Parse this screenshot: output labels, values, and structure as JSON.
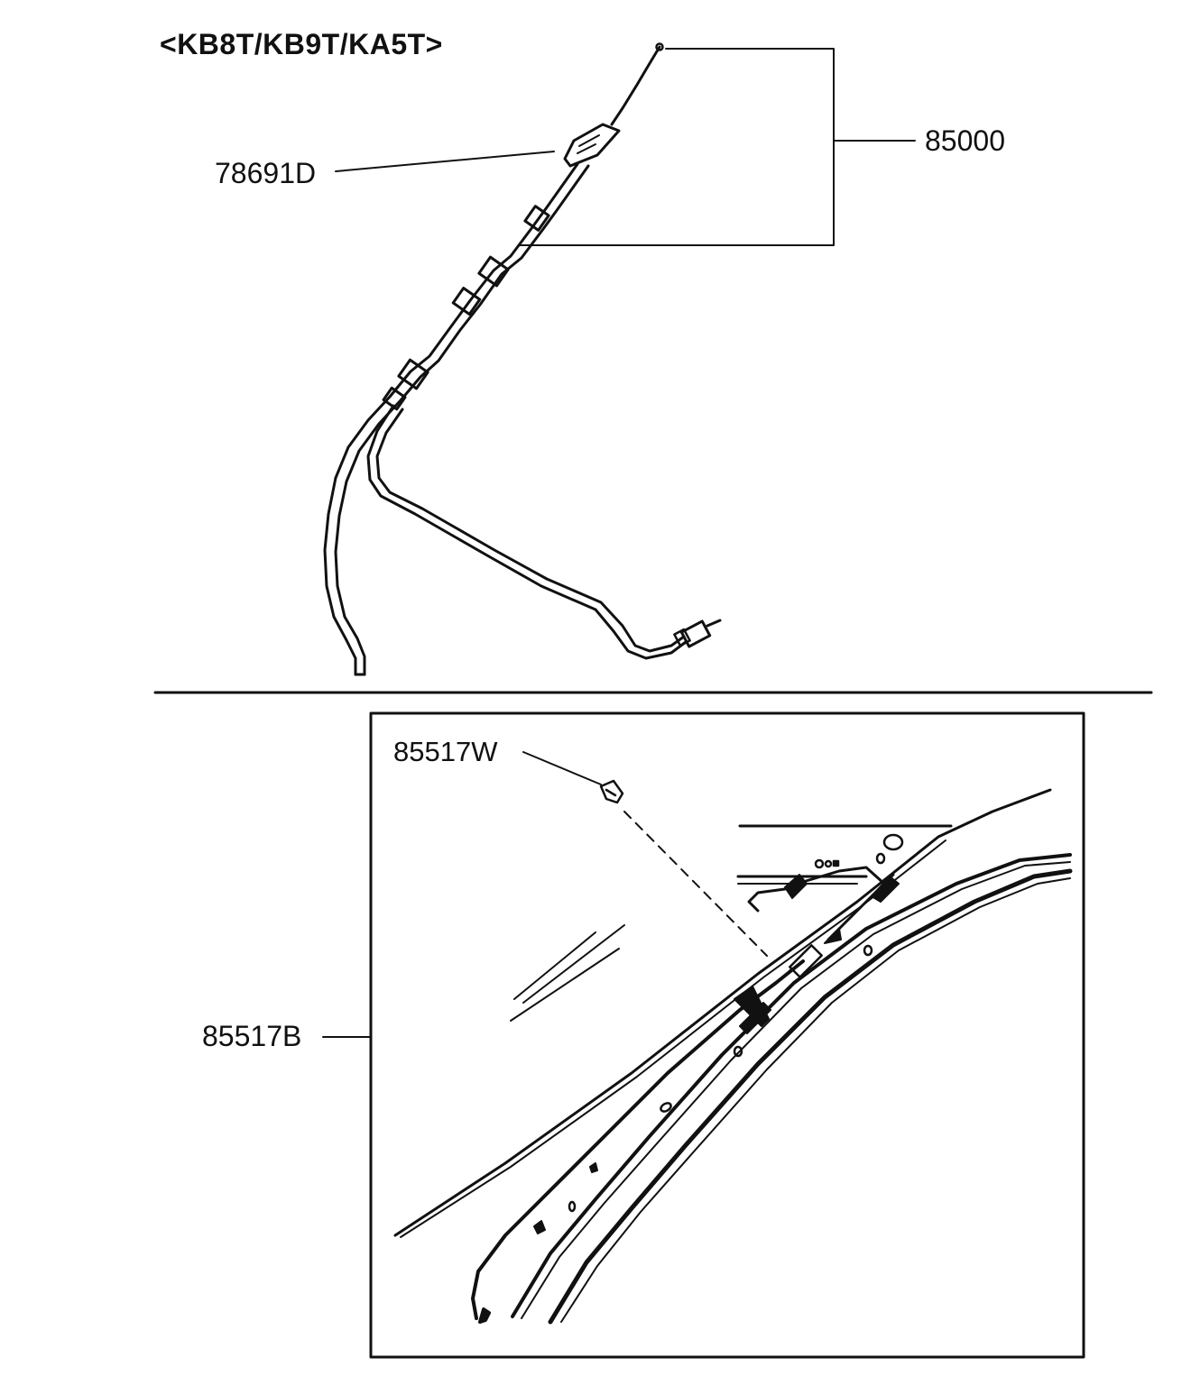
{
  "header": {
    "model_codes": "<KB8T/KB9T/KA5T>"
  },
  "parts": {
    "antenna_assembly": "85000",
    "clip": "78691D",
    "retainer_white": "85517W",
    "bracket_black": "85517B"
  }
}
